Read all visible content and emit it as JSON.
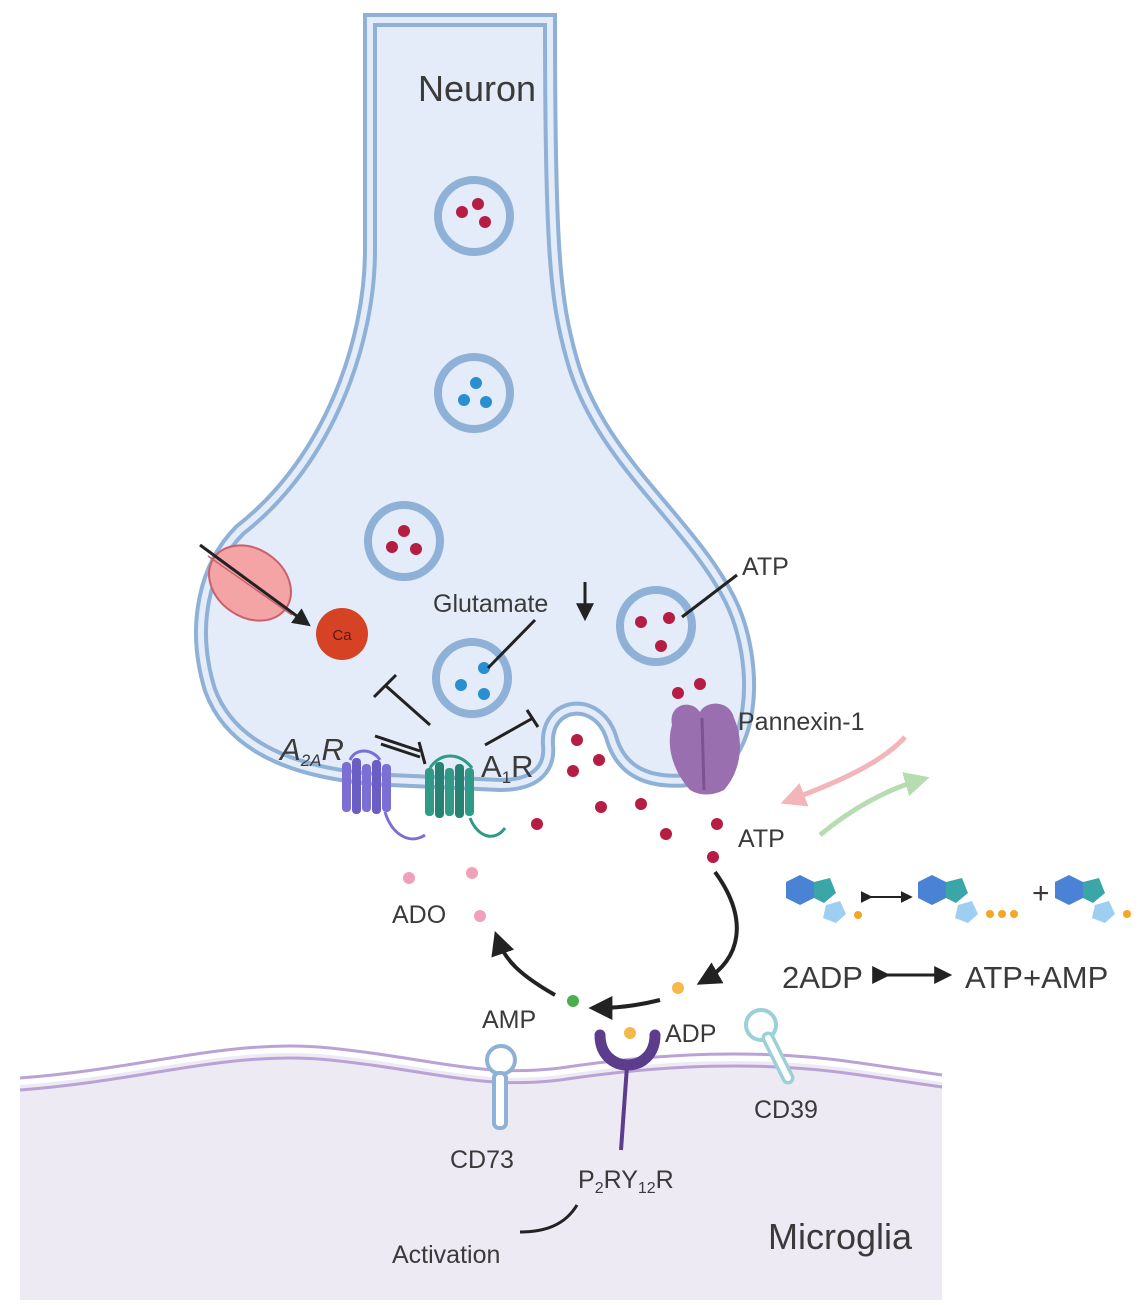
{
  "labels": {
    "neuron": "Neuron",
    "microglia": "Microglia",
    "glutamate": "Glutamate",
    "atp_vesicle": "ATP",
    "atp_cleft": "ATP",
    "pannexin": "Pannexin-1",
    "ca": "Ca",
    "a2ar_main": "A",
    "a2ar_sub": "2A",
    "a2ar_end": "R",
    "a1r_main": "A",
    "a1r_sub": "1",
    "a1r_end": "R",
    "ado": "ADO",
    "amp": "AMP",
    "adp": "ADP",
    "cd73": "CD73",
    "cd39": "CD39",
    "p2y12_a": "P",
    "p2y12_b": "2",
    "p2y12_c": "RY",
    "p2y12_d": "12",
    "p2y12_e": "R",
    "activation": "Activation",
    "reaction_left": "2ADP",
    "reaction_right": "ATP+AMP",
    "plus": "+"
  },
  "colors": {
    "membrane": "#8fb1d8",
    "cytoplasm": "#e3ecf8",
    "atp_dot": "#b51d43",
    "glutamate_dot": "#2a8fd0",
    "ado_dot": "#f0a0b8",
    "adp_dot": "#f5b84a",
    "amp_dot": "#4cae4c",
    "ca": "#d64224",
    "a2ar": "#7b6fd6",
    "a1r": "#2f9a86",
    "pannexin": "#9a6fb0",
    "p2y12": "#5b3d8c",
    "microglia_fill": "#eeeaf4",
    "microglia_membrane": "#b9a3d6"
  }
}
